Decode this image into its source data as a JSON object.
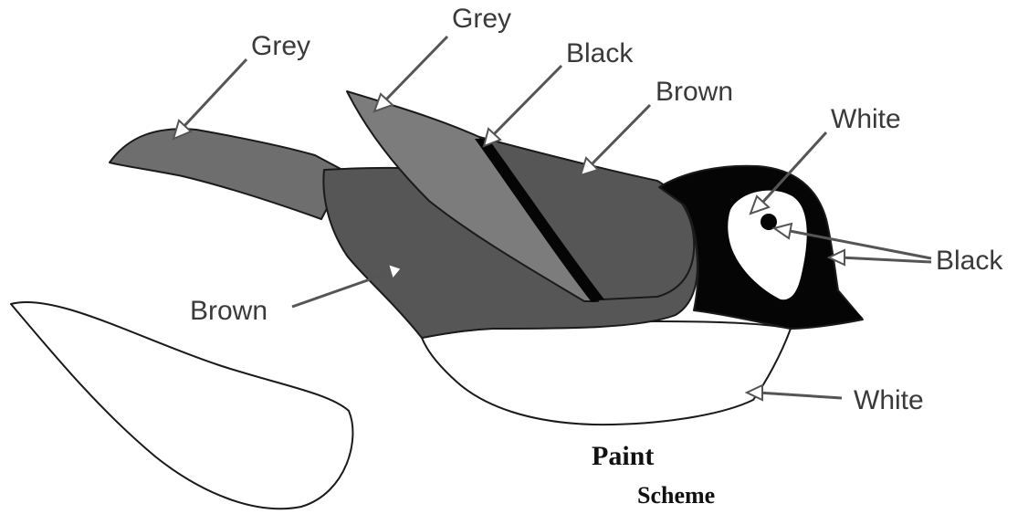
{
  "labels": {
    "tail_color": "Grey",
    "wing_color": "Grey",
    "wing_stripe_color": "Black",
    "back_color": "Brown",
    "face_patch_color": "White",
    "eye_beak_color": "Black",
    "body_color": "Brown",
    "belly_color": "White"
  },
  "title": {
    "line1": "Paint",
    "line2": "Scheme"
  },
  "colors": {
    "grey": "#6e6e6e",
    "light_grey": "#7c7c7c",
    "brown": "#565656",
    "black": "#050505",
    "white": "#ffffff"
  }
}
